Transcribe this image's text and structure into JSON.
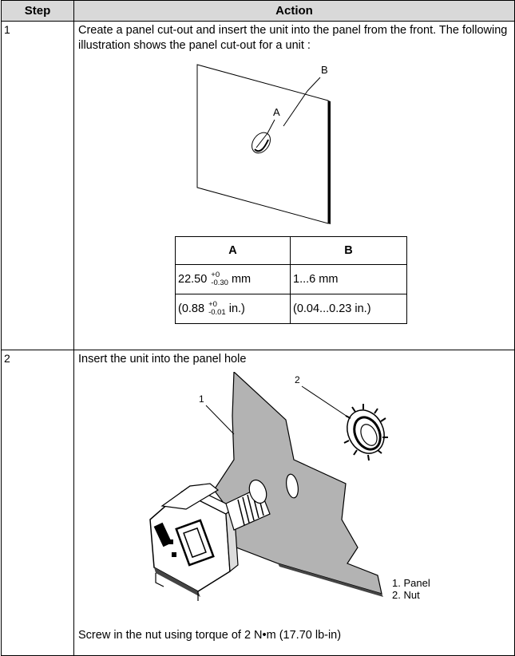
{
  "headers": {
    "step": "Step",
    "action": "Action"
  },
  "rows": [
    {
      "step": "1",
      "text": "Create a panel cut-out and insert the unit into the panel from the front. The following illustration shows the panel cut-out for a unit :",
      "figure_labels": {
        "a": "A",
        "b": "B"
      },
      "dims_table": {
        "col_a": "A",
        "col_b": "B",
        "a_line1_value": "22.50",
        "a_line1_tol_plus": "+0",
        "a_line1_tol_minus": "-0.30",
        "a_line1_unit": "mm",
        "a_line2_prefix": "(0.88",
        "a_line2_tol_plus": "+0",
        "a_line2_tol_minus": "-0.01",
        "a_line2_unit": "in.)",
        "b_line1": "1...6 mm",
        "b_line2": "(0.04...0.23 in.)"
      }
    },
    {
      "step": "2",
      "text": "Insert the unit into the panel hole",
      "figure_labels": {
        "one": "1",
        "two": "2"
      },
      "legend": [
        "1. Panel",
        "2. Nut"
      ],
      "footer_text": "Screw in the nut using torque of 2 N•m (17.70 lb-in)"
    }
  ]
}
